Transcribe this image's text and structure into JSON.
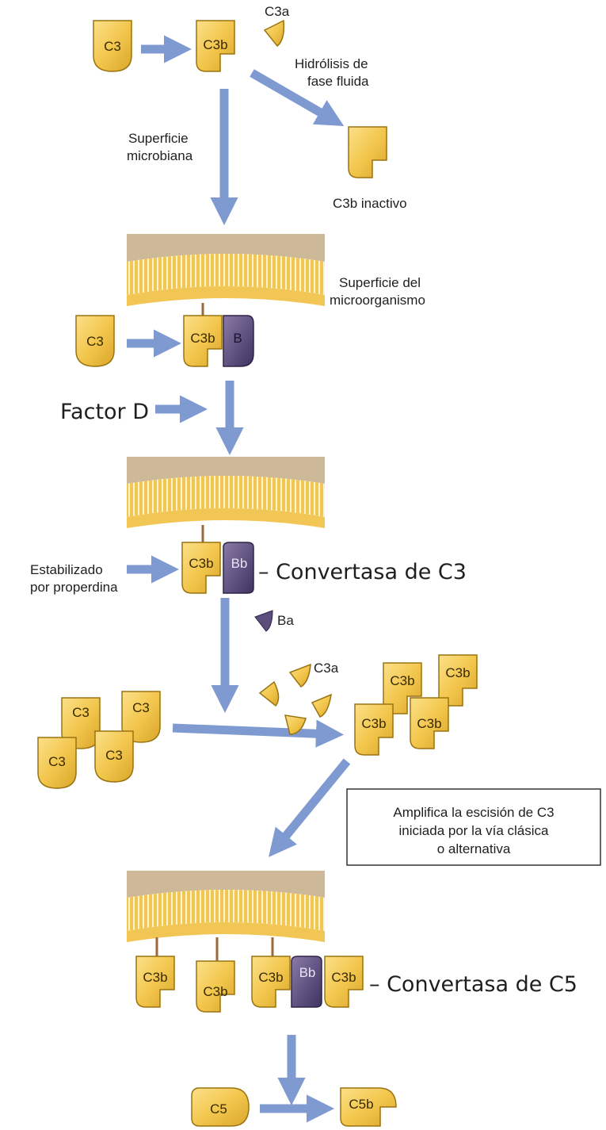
{
  "labels": {
    "c3": "C3",
    "c3b": "C3b",
    "c3a": "C3a",
    "b": "B",
    "bb": "Bb",
    "ba": "Ba",
    "c5": "C5",
    "c5b": "C5b",
    "hidrolisis_1": "Hidrólisis de",
    "hidrolisis_2": "fase fluida",
    "superficie_1": "Superficie",
    "superficie_2": "microbiana",
    "c3b_inactivo": "C3b inactivo",
    "sup_micro_1": "Superficie del",
    "sup_micro_2": "microorganismo",
    "factor_d": "Factor D",
    "estabilizado_1": "Estabilizado",
    "estabilizado_2": "por properdina",
    "convertasa_c3": "– Convertasa de C3",
    "convertasa_c5": "– Convertasa de C5",
    "amplifica_1": "Amplifica la escisión de C3",
    "amplifica_2": "iniciada por la vía clásica",
    "amplifica_3": "o alternativa"
  },
  "colors": {
    "c3_fill": "#f3c74e",
    "c3_stroke": "#9a7410",
    "bb_fill": "#5b4d7c",
    "arrow": "#7f9ad0",
    "membrane": "#cdb898",
    "membrane_band": "#f2c654",
    "tether": "#9a6a3a"
  }
}
